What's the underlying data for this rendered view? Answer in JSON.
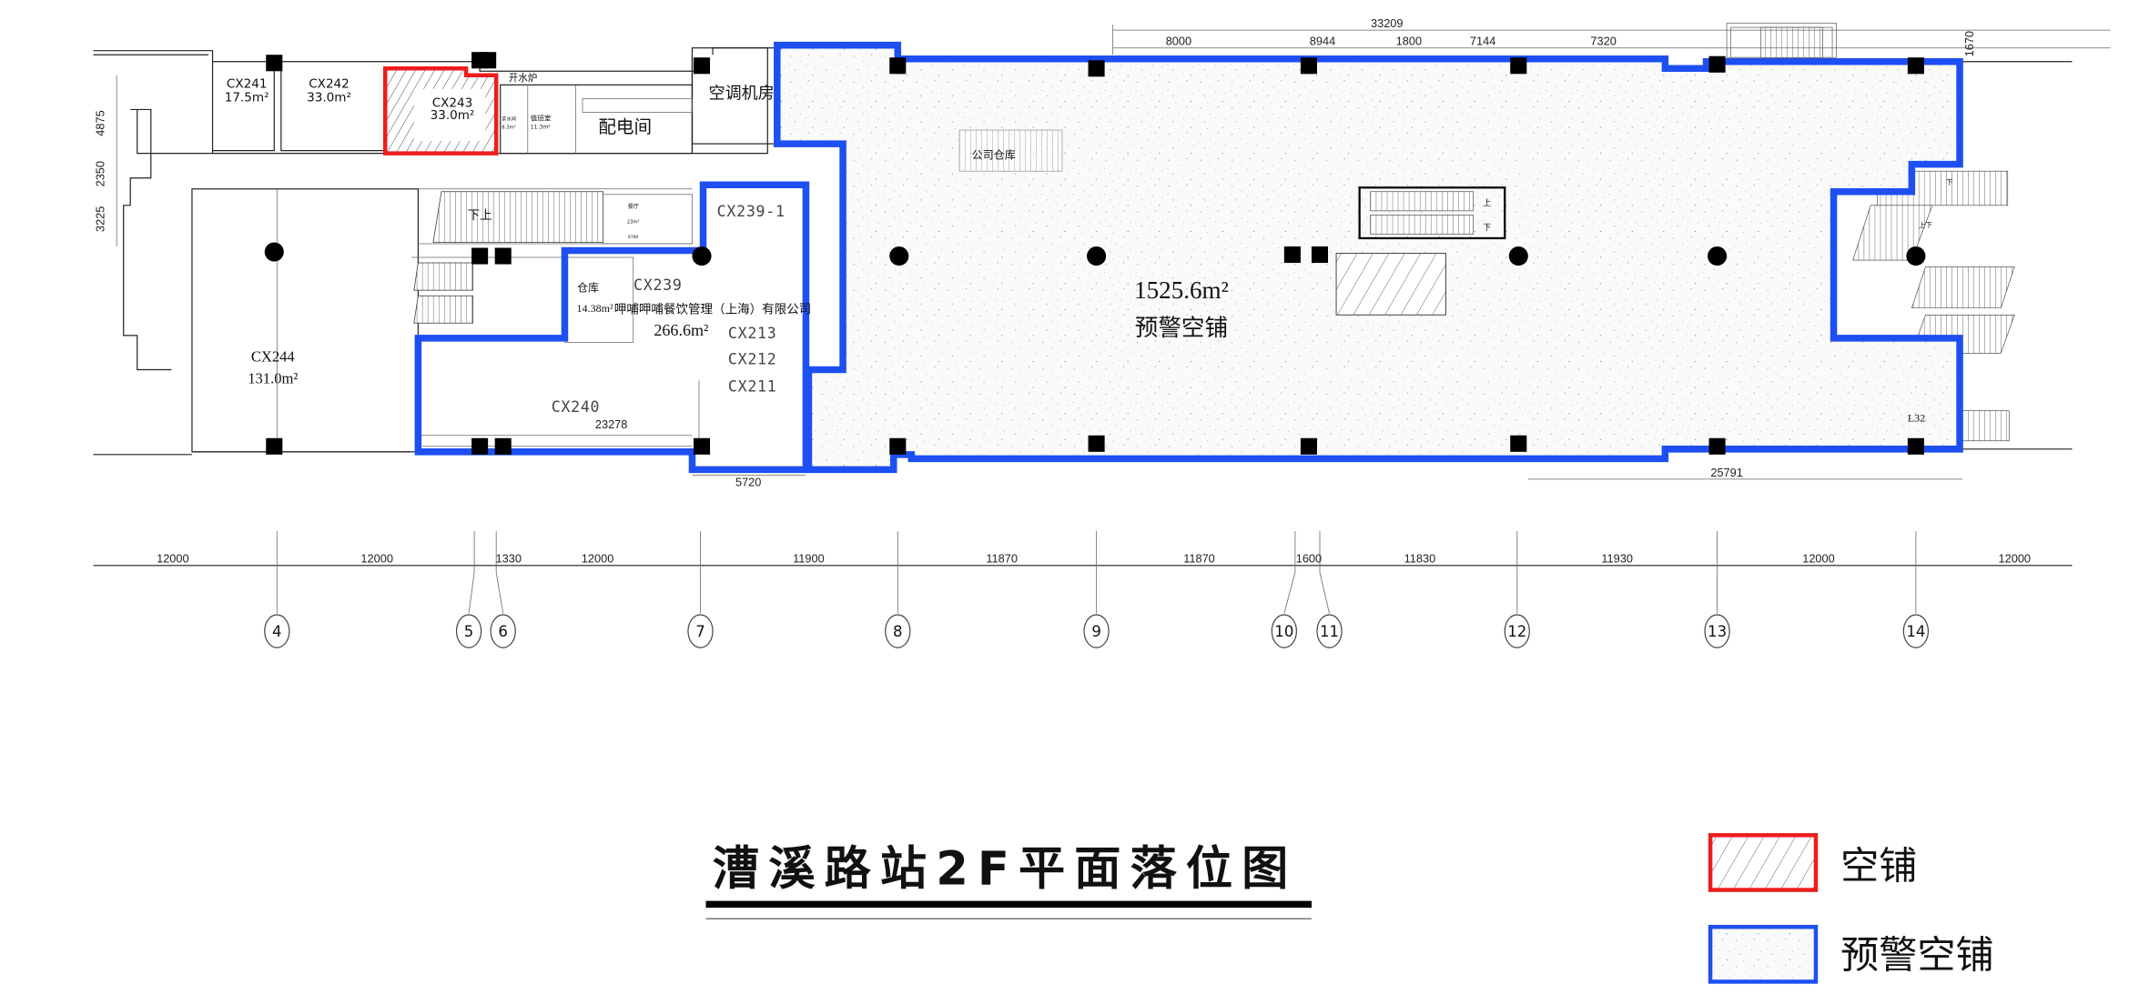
{
  "title": "漕溪路站2F平面落位图",
  "legend": [
    {
      "label": "空铺",
      "color": "#ee1c1c",
      "pattern": "hatch"
    },
    {
      "label": "预警空铺",
      "color": "#1d4ff2",
      "pattern": "speckle"
    }
  ],
  "rooms": {
    "cx241": {
      "code": "CX241",
      "area": "17.5m²"
    },
    "cx242": {
      "code": "CX242",
      "area": "33.0m²"
    },
    "cx243": {
      "code": "CX243",
      "area": "33.0m²"
    },
    "boiler": "开水炉",
    "tea": {
      "name": "茶水间",
      "area": "8.3m²"
    },
    "duty": {
      "name": "值班室",
      "area": "11.3m²"
    },
    "power": "配电间",
    "hvac": "空调机房",
    "company_store": "公司仓库",
    "main": {
      "area": "1525.6m²",
      "status": "预警空铺"
    },
    "stair_left": "下上",
    "dining": {
      "name": "餐厅",
      "area": "23m²",
      "dim": "6780"
    },
    "cx239_1": "CX239-1",
    "store": {
      "name": "仓库",
      "area": "14.38m²"
    },
    "cx239": {
      "code": "CX239",
      "tenant": "呷哺呷哺餐饮管理（上海）有限公司",
      "area": "266.6m²"
    },
    "cx213": "CX213",
    "cx212": "CX212",
    "cx211": "CX211",
    "cx240": "CX240",
    "cx244": {
      "code": "CX244",
      "area": "131.0m²"
    },
    "escalator_up": "上",
    "escalator_down": "下",
    "right_down": "下",
    "right_updown": "上下",
    "right_stair": "L32"
  },
  "dimensions": {
    "top_total": "33209",
    "top": [
      "8000",
      "8944",
      "1800",
      "7144",
      "7320"
    ],
    "left": [
      "4875",
      "2350",
      "3225"
    ],
    "d23278": "23278",
    "d5720": "5720",
    "d25791": "25791",
    "d1670": "1670",
    "axis": [
      "12000",
      "12000",
      "1330",
      "12000",
      "11900",
      "11870",
      "11870",
      "1600",
      "11830",
      "11930",
      "12000",
      "12000"
    ]
  },
  "grid_axes": [
    "4",
    "5",
    "6",
    "7",
    "8",
    "9",
    "10",
    "11",
    "12",
    "13",
    "14"
  ]
}
